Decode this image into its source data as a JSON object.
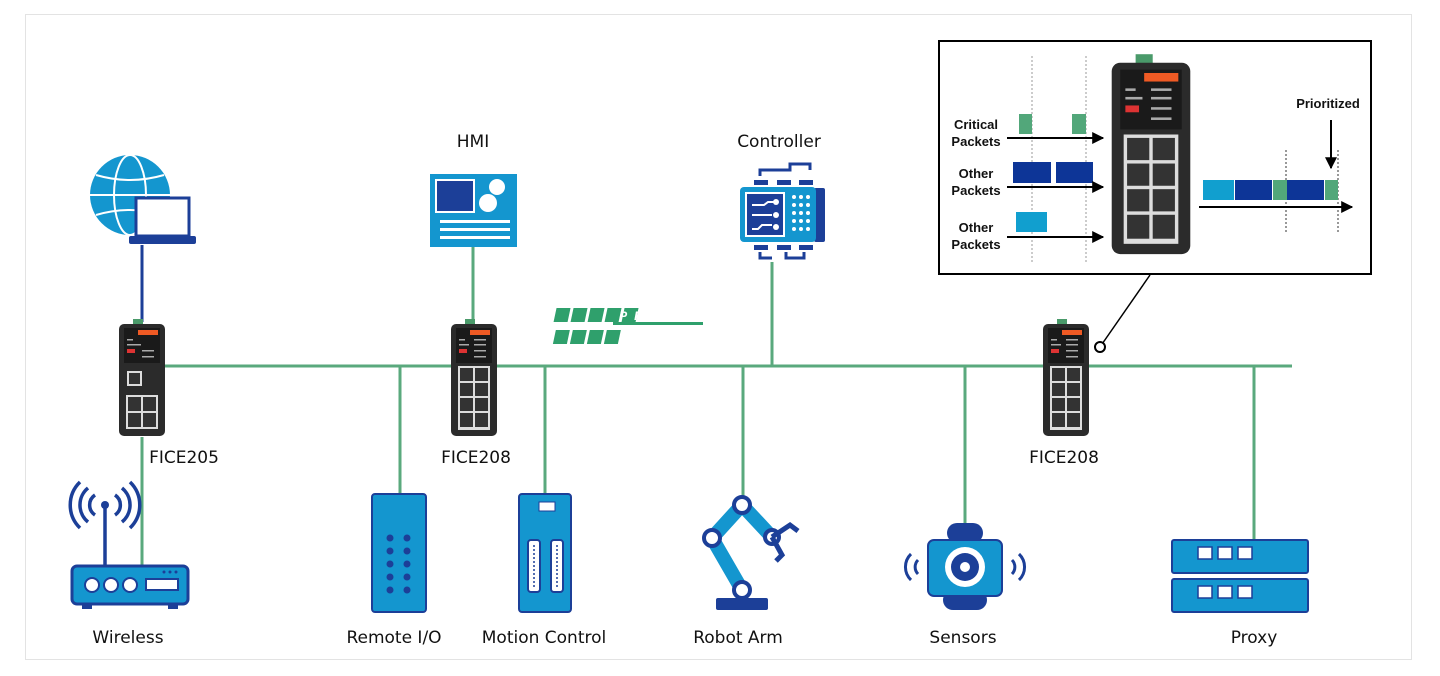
{
  "colors": {
    "network_line": "#5aa97d",
    "device_blue": "#1496cf",
    "device_dark_blue": "#1c3f98",
    "critical_packet": "#52a77a",
    "other_packet_dark": "#0d3597",
    "other_packet_light": "#119fcf",
    "switch_body": "#2a2a2a",
    "switch_brand": "#ef5a24"
  },
  "devices": {
    "computer": {
      "icon": "globe-laptop-icon"
    },
    "switch_1": {
      "label": "FICE205"
    },
    "switch_2": {
      "label": "FICE208"
    },
    "switch_3": {
      "label": "FICE208"
    },
    "hmi": {
      "label": "HMI"
    },
    "controller": {
      "label": "Controller"
    },
    "profinet": {
      "logo_top": "PROFI",
      "logo_bottom": "NET"
    },
    "wireless": {
      "label": "Wireless"
    },
    "remote_io": {
      "label": "Remote I/O"
    },
    "motion_control": {
      "label": "Motion Control"
    },
    "robot_arm": {
      "label": "Robot Arm"
    },
    "sensors": {
      "label": "Sensors"
    },
    "proxy": {
      "label": "Proxy"
    }
  },
  "inset": {
    "critical_line1": "Critical",
    "critical_line2": "Packets",
    "other1_line1": "Other",
    "other1_line2": "Packets",
    "other2_line1": "Other",
    "other2_line2": "Packets",
    "prioritized": "Prioritized"
  }
}
